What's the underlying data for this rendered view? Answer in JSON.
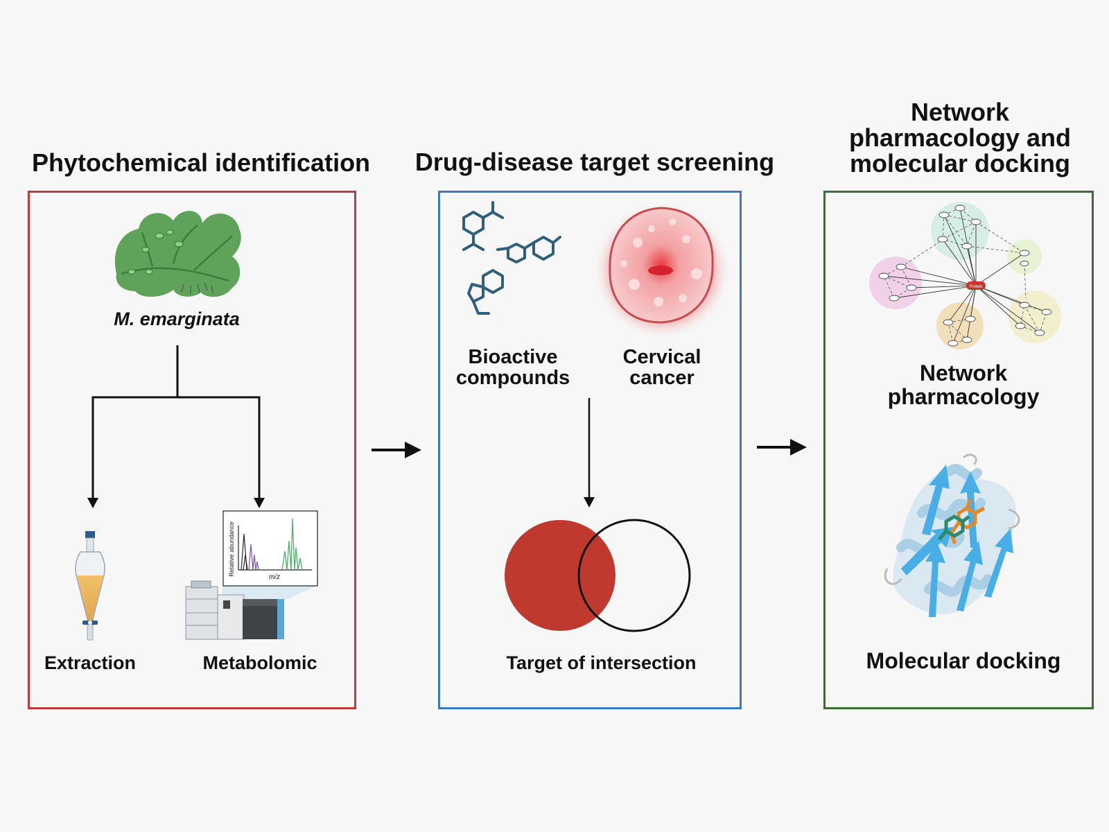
{
  "titles": {
    "phytochemical": "Phytochemical identification",
    "screening": "Drug-disease target screening",
    "network_docking": [
      "Network",
      "pharmacology and",
      "molecular docking"
    ]
  },
  "panel1": {
    "species": "M. emarginata",
    "extraction": "Extraction",
    "metabolomic": "Metabolomic",
    "spectrum_ylabel": "Relative abundance",
    "spectrum_xlabel": "m/z"
  },
  "panel2": {
    "compounds": [
      "Bioactive",
      "compounds"
    ],
    "cancer": [
      "Cervical",
      "cancer"
    ],
    "intersection": "Target of intersection"
  },
  "panel3": {
    "network": [
      "Network",
      "pharmacology"
    ],
    "hub_label": "Protein",
    "docking": "Molecular docking"
  },
  "colors": {
    "panel1_border": "#c0393b",
    "panel2_border": "#3b7bbd",
    "panel3_border": "#3d6b33",
    "venn_fill": "#c0392f",
    "leaf_green": "#5fa35a",
    "molecule_blue": "#2f5f7a",
    "protein_blue": "#6fbde6",
    "ligand_orange": "#e08a2a"
  },
  "icons": [
    "liverwort-leaf-icon",
    "separatory-funnel-icon",
    "mass-spectrometer-icon",
    "molecule-icon",
    "cervical-cancer-icon",
    "venn-diagram-icon",
    "network-graph-icon",
    "protein-docking-icon"
  ]
}
